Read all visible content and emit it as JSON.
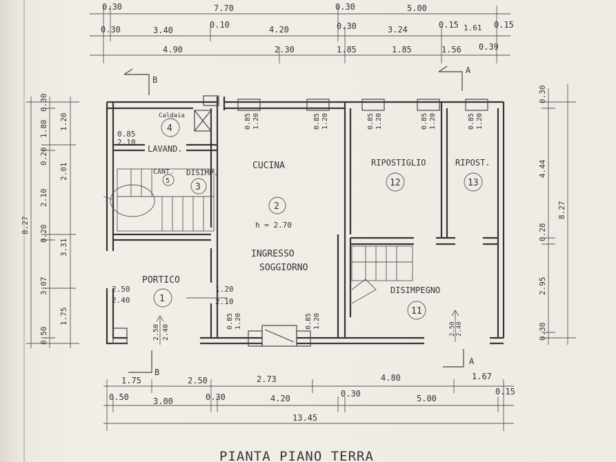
{
  "drawing": {
    "title": "PIANTA PIANO TERRA",
    "rooms": [
      {
        "number": "1",
        "name": "PORTICO",
        "dims": [
          "2.50",
          "2.40"
        ]
      },
      {
        "number": "2",
        "name": "CUCINA",
        "name2": "INGRESSO",
        "name3": "SOGGIORNO",
        "height": "h = 2.70"
      },
      {
        "number": "3",
        "name": "DISIMP."
      },
      {
        "number": "4",
        "name": "LAVAND.",
        "extra": "Caldaia",
        "dims": [
          "0.85",
          "2.10"
        ]
      },
      {
        "number": "5",
        "name": "CANT."
      },
      {
        "number": "11",
        "name": "DISIMPEGNO"
      },
      {
        "number": "12",
        "name": "RIPOSTIGLIO"
      },
      {
        "number": "13",
        "name": "RIPOST."
      }
    ],
    "section_marks": {
      "a": "A",
      "b": "B"
    },
    "top_dims": {
      "row1": [
        "0.30",
        "7.70",
        "0.30",
        "5.00"
      ],
      "row2": [
        "0.30",
        "3.40",
        "0.10",
        "4.20",
        "0.30",
        "3.24",
        "0.15",
        "1.61",
        "0.15"
      ],
      "row3": [
        "4.90",
        "2.30",
        "1.85",
        "1.85",
        "1.56",
        "0.39"
      ]
    },
    "bottom_dims": {
      "row1": [
        "1.75",
        "2.50",
        "2.73",
        "4.80",
        "1.67"
      ],
      "row2": [
        "0.50",
        "3.00",
        "0.30",
        "4.20",
        "0.30",
        "5.00",
        "0.15"
      ],
      "total": "13.45"
    },
    "left_dims": {
      "outer": [
        "8.27"
      ],
      "mid": [
        "0.30",
        "1.80",
        "0.20",
        "2.10",
        "0.20",
        "3.07",
        "0.50"
      ],
      "inner": [
        "1.20",
        "2.01",
        "3.31",
        "1.75"
      ]
    },
    "right_dims": {
      "inner": [
        "0.30",
        "4.44",
        "0.28",
        "2.95",
        "0.30"
      ],
      "outer": [
        "8.27"
      ]
    },
    "window_labels": {
      "kitchen_left": [
        "0.85",
        "1.20"
      ],
      "kitchen_right": [
        "0.85",
        "1.20"
      ],
      "rip_left": [
        "0.85",
        "1.20"
      ],
      "rip_right": [
        "0.85",
        "1.20"
      ],
      "rip13": [
        "0.85",
        "1.20"
      ],
      "front_left": [
        "0.85",
        "1.20"
      ],
      "front_right": [
        "0.85",
        "1.20"
      ],
      "portico_opening": [
        "2.50",
        "2.40"
      ],
      "door_internal": [
        "1.20",
        "2.10"
      ],
      "disimpegno_door": [
        "2.50",
        "2.40"
      ]
    }
  }
}
